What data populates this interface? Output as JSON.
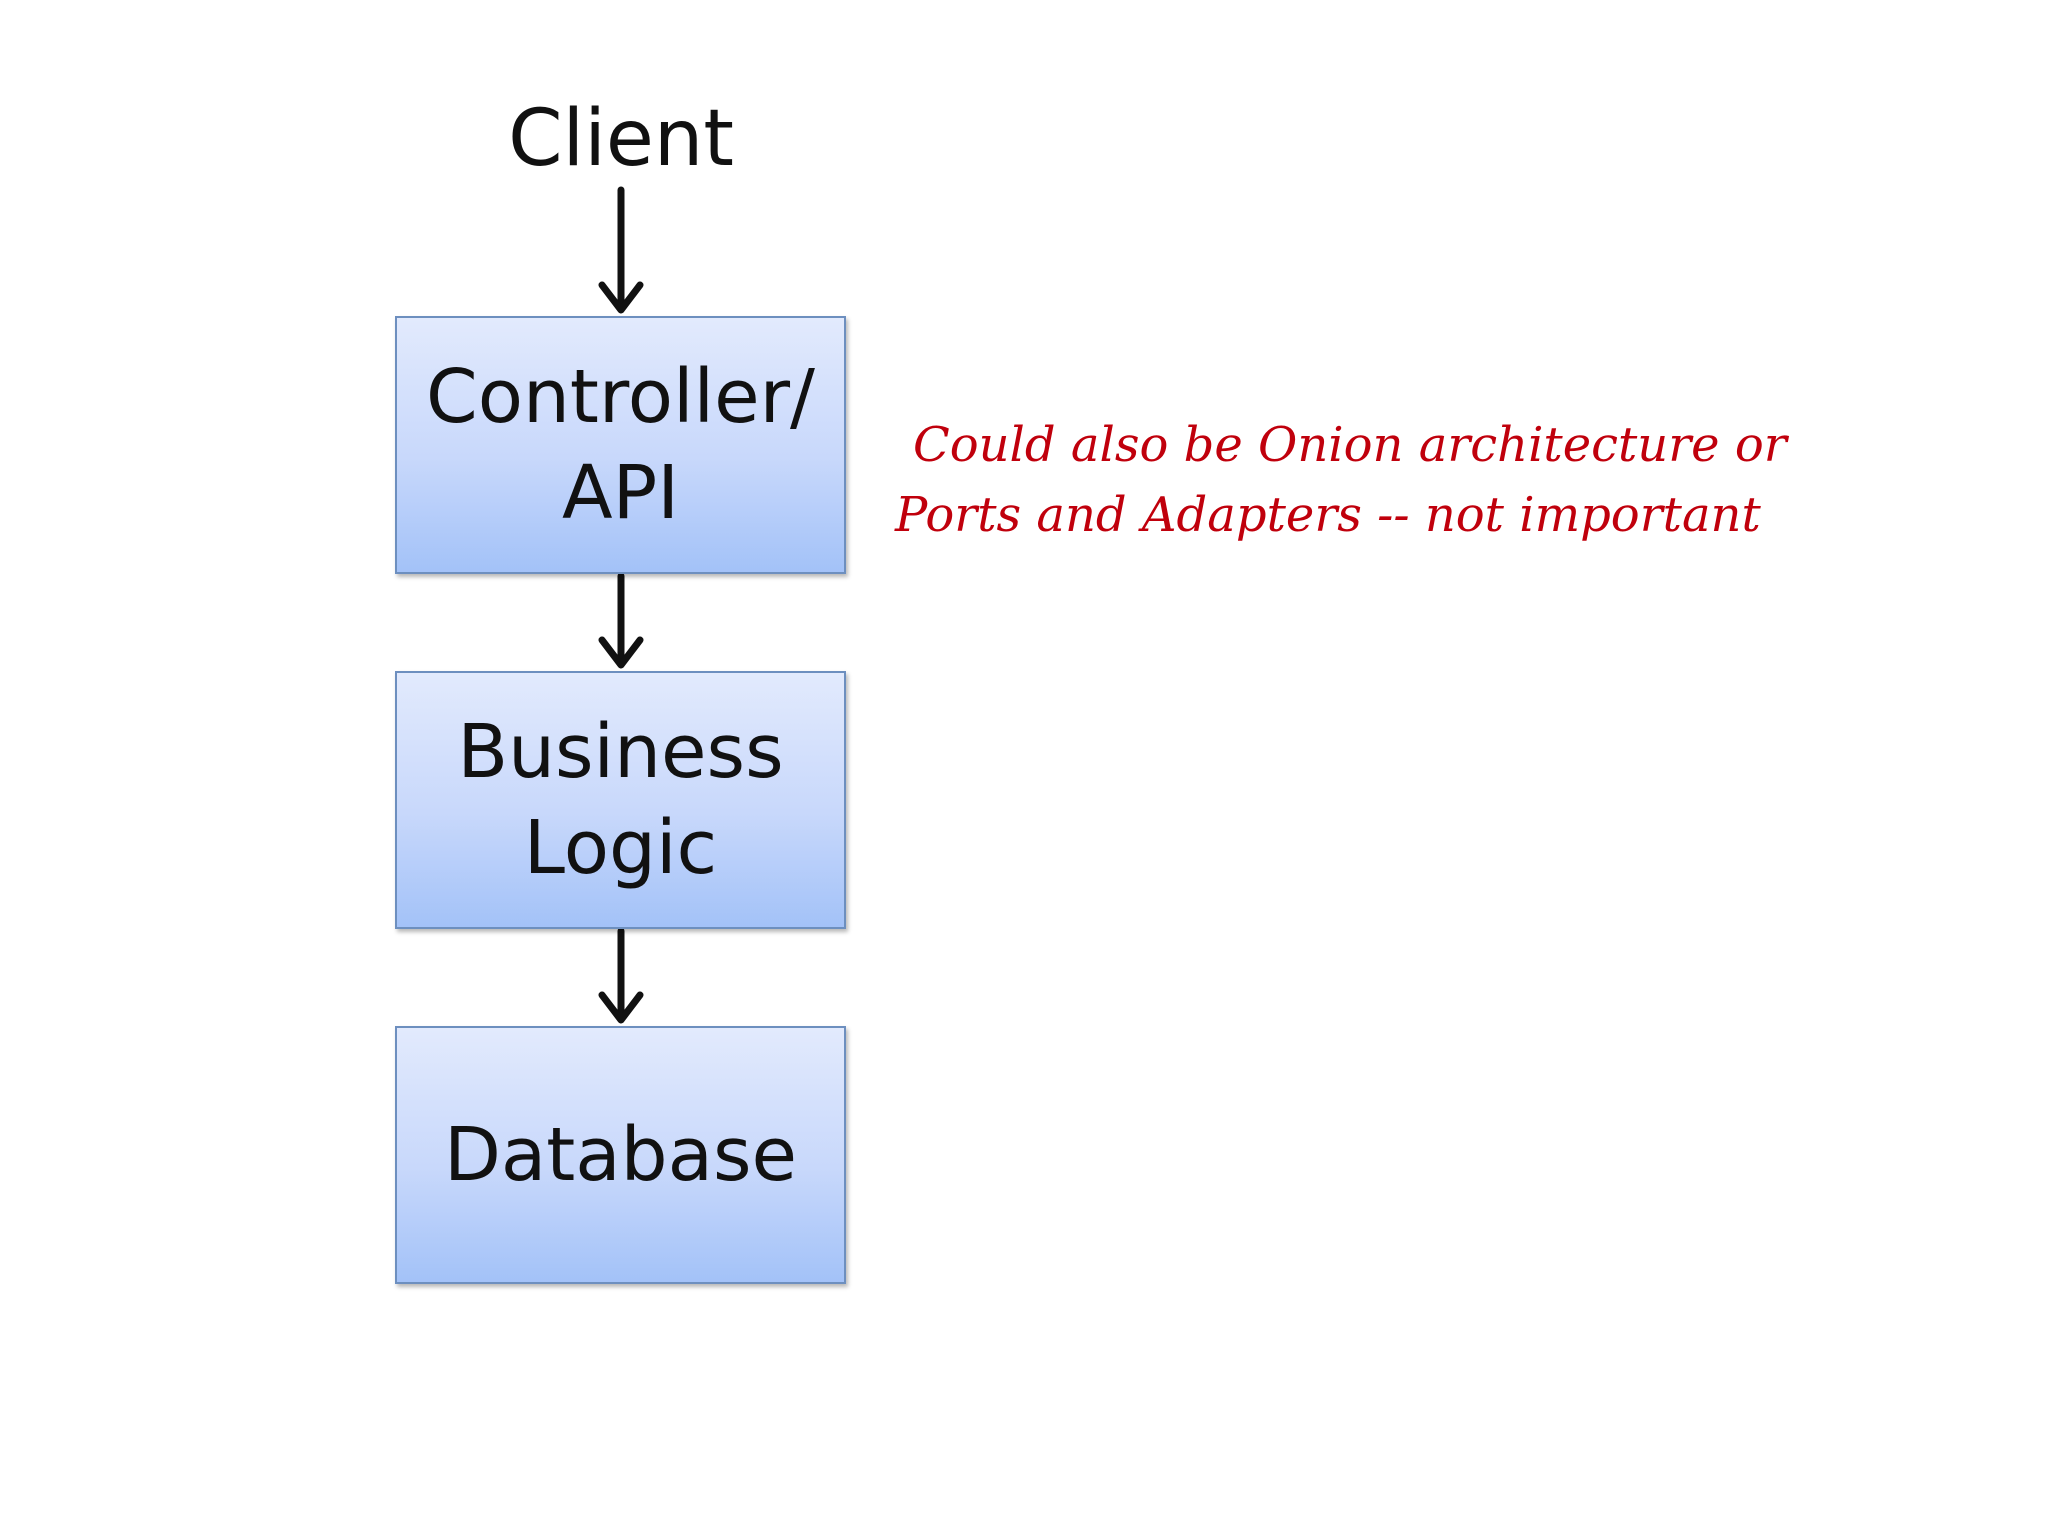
{
  "diagram": {
    "client_label": "Client",
    "layers": [
      {
        "lines": [
          "Controller/",
          "API"
        ]
      },
      {
        "lines": [
          "Business",
          "Logic"
        ]
      },
      {
        "lines": [
          "Database"
        ]
      }
    ],
    "annotation": {
      "lines": [
        "Could also be Onion architecture or",
        "Ports and Adapters -- not important"
      ],
      "color": "#c0000c"
    },
    "colors": {
      "box_top": "#e2eafd",
      "box_bottom": "#a3c2f8",
      "box_border": "#6d8fbf",
      "arrow": "#111111",
      "text": "#111111"
    }
  }
}
